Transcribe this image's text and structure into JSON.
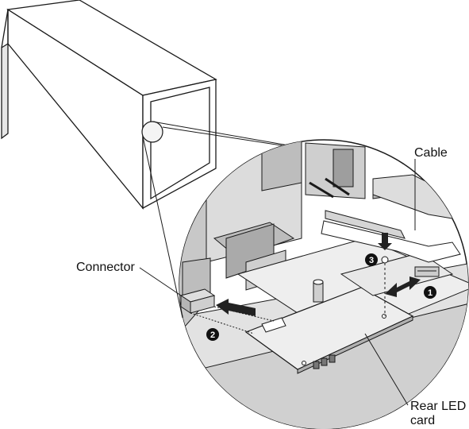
{
  "labels": {
    "cable": "Cable",
    "connector": "Connector",
    "rear_led_line1": "Rear LED",
    "rear_led_line2": "card"
  },
  "callouts": {
    "step1": "1",
    "step2": "2",
    "step3": "3"
  },
  "colors": {
    "line": "#1a1a1a",
    "fill_light": "#d8d8d8",
    "fill_mid": "#bfbfbf",
    "fill_dark": "#9a9a9a",
    "arrow": "#222222"
  }
}
